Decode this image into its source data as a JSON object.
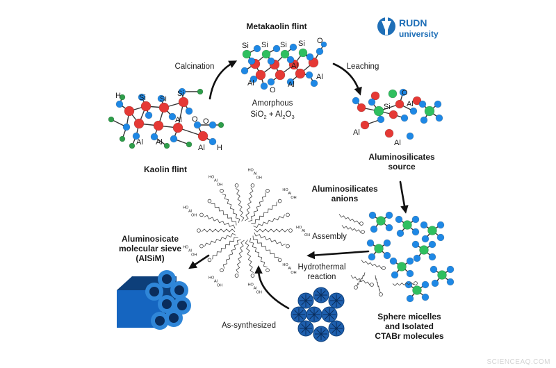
{
  "logo": {
    "line1": "RUDN",
    "line2": "university",
    "color": "#1f6fb7"
  },
  "colors": {
    "oxygen_red": "#e53935",
    "silicon_green": "#2fbf5f",
    "aluminium_blue": "#1e88e5",
    "hydrogen_green": "#2e9d4a",
    "sieve_blue": "#1565c0",
    "arrow": "#111111"
  },
  "stages": {
    "kaolin": "Kaolin flint",
    "metakaolin": "Metakaolin flint",
    "amorphous": "Amorphous",
    "aluminosilicates_source": [
      "Aluminosilicates",
      "source"
    ],
    "anions": [
      "Aluminosilicates",
      "anions"
    ],
    "sieve": [
      "Aluminosicate",
      "molecular sieve",
      "(AlSiM)"
    ],
    "micelles": [
      "Sphere micelles",
      "and Isolated",
      "CTABr molecules"
    ]
  },
  "processes": {
    "calcination": "Calcination",
    "leaching": "Leaching",
    "assembly": "Assembly",
    "hydrothermal": [
      "Hydrothermal",
      "reaction"
    ],
    "as_synthesized": "As-synthesized"
  },
  "atoms": {
    "si": "Si",
    "al": "Al",
    "o": "O",
    "h": "H",
    "ho": "HO",
    "oh": "OH"
  },
  "watermark": "SCIENCEAQ.COM"
}
